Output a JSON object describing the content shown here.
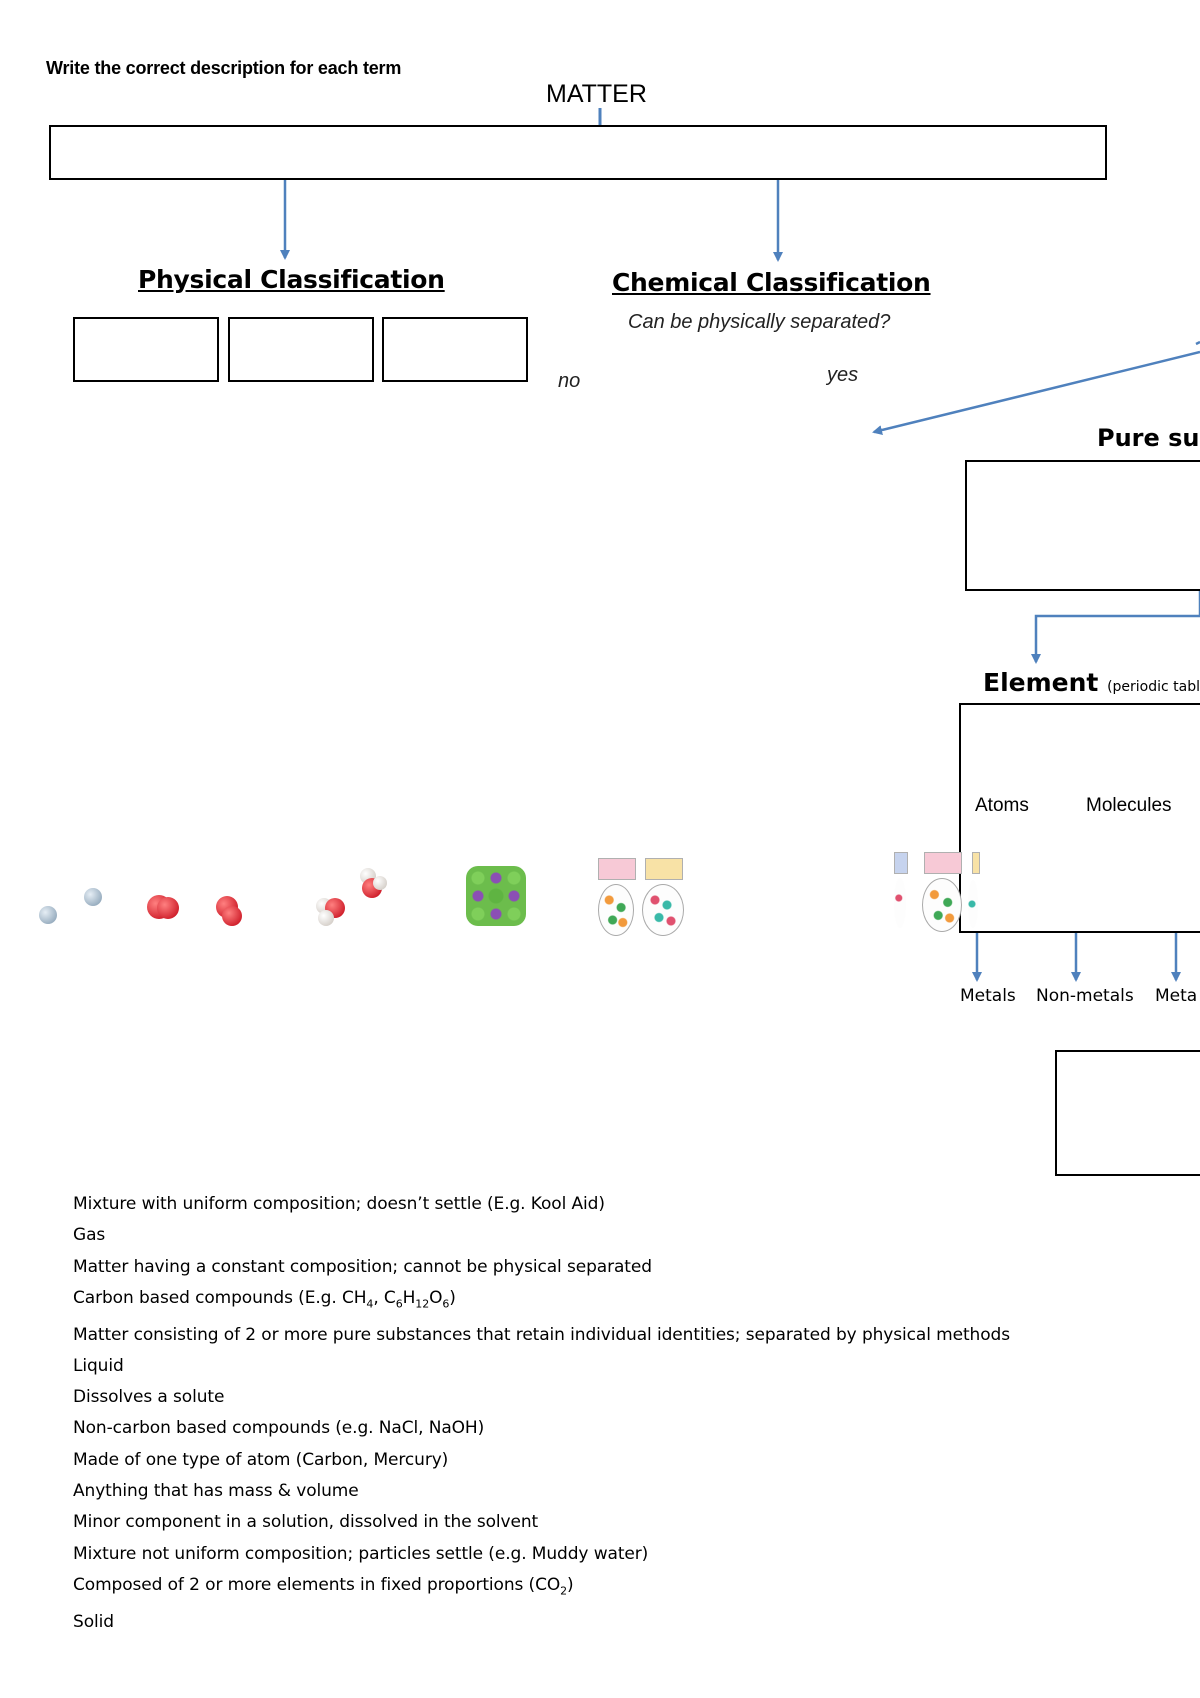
{
  "instruction": "Write the correct description for each term",
  "title": "MATTER",
  "physical": {
    "heading": "Physical Classification"
  },
  "chemical": {
    "heading": "Chemical Classification",
    "question": "Can be physically separated?",
    "no": "no",
    "yes": "yes"
  },
  "pure_substance": {
    "label": "Pure sul"
  },
  "element": {
    "label": "Element",
    "sub": "(periodic tabl",
    "atoms": "Atoms",
    "molecules": "Molecules",
    "categories": [
      "Metals",
      "Non-metals",
      "Meta"
    ]
  },
  "descriptions": [
    "Mixture with uniform composition; doesn’t settle (E.g. Kool Aid)",
    "Gas",
    "Matter having a constant composition; cannot be physical separated",
    "Carbon based compounds (E.g. CH4, C6H12O6)",
    "Matter consisting of 2 or more pure substances that retain individual identities; separated by physical methods",
    "Liquid",
    "Dissolves a solute",
    "Non-carbon based compounds (e.g. NaCl, NaOH)",
    "Made of one type of atom (Carbon, Mercury)",
    "Anything that has mass & volume",
    "Minor component in a solution, dissolved in the solvent",
    "Mixture not uniform composition; particles settle (e.g. Muddy water)",
    "Composed of 2 or more elements in fixed proportions (CO2)",
    "Solid"
  ],
  "colors": {
    "arrow": "#4f81bd",
    "box_border": "#000000"
  }
}
